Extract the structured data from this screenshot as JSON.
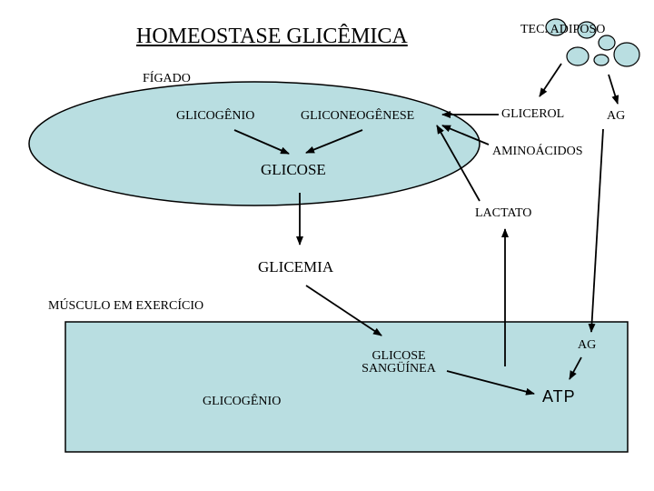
{
  "title": "HOMEOSTASE GLICÊMICA",
  "adipose": {
    "label": "TEC. ADIPOSO",
    "color": "#b9dee1"
  },
  "liver": {
    "label": "FÍGADO",
    "color": "#b9dee1",
    "glycogen": "GLICOGÊNIO",
    "gluconeogenesis": "GLICONEOGÊNESE",
    "glucose": "GLICOSE"
  },
  "inputs": {
    "glycerol": "GLICEROL",
    "fatty_acids": "AG",
    "amino_acids": "AMINOÁCIDOS",
    "lactate": "LACTATO"
  },
  "glycemia": "GLICEMIA",
  "muscle": {
    "label": "MÚSCULO EM EXERCÍCIO",
    "color": "#b9dee1",
    "blood_glucose_line1": "GLICOSE",
    "blood_glucose_line2": "SANGÜÍNEA",
    "glycogen": "GLICOGÊNIO",
    "fatty_acids": "AG",
    "atp": "ATP"
  }
}
